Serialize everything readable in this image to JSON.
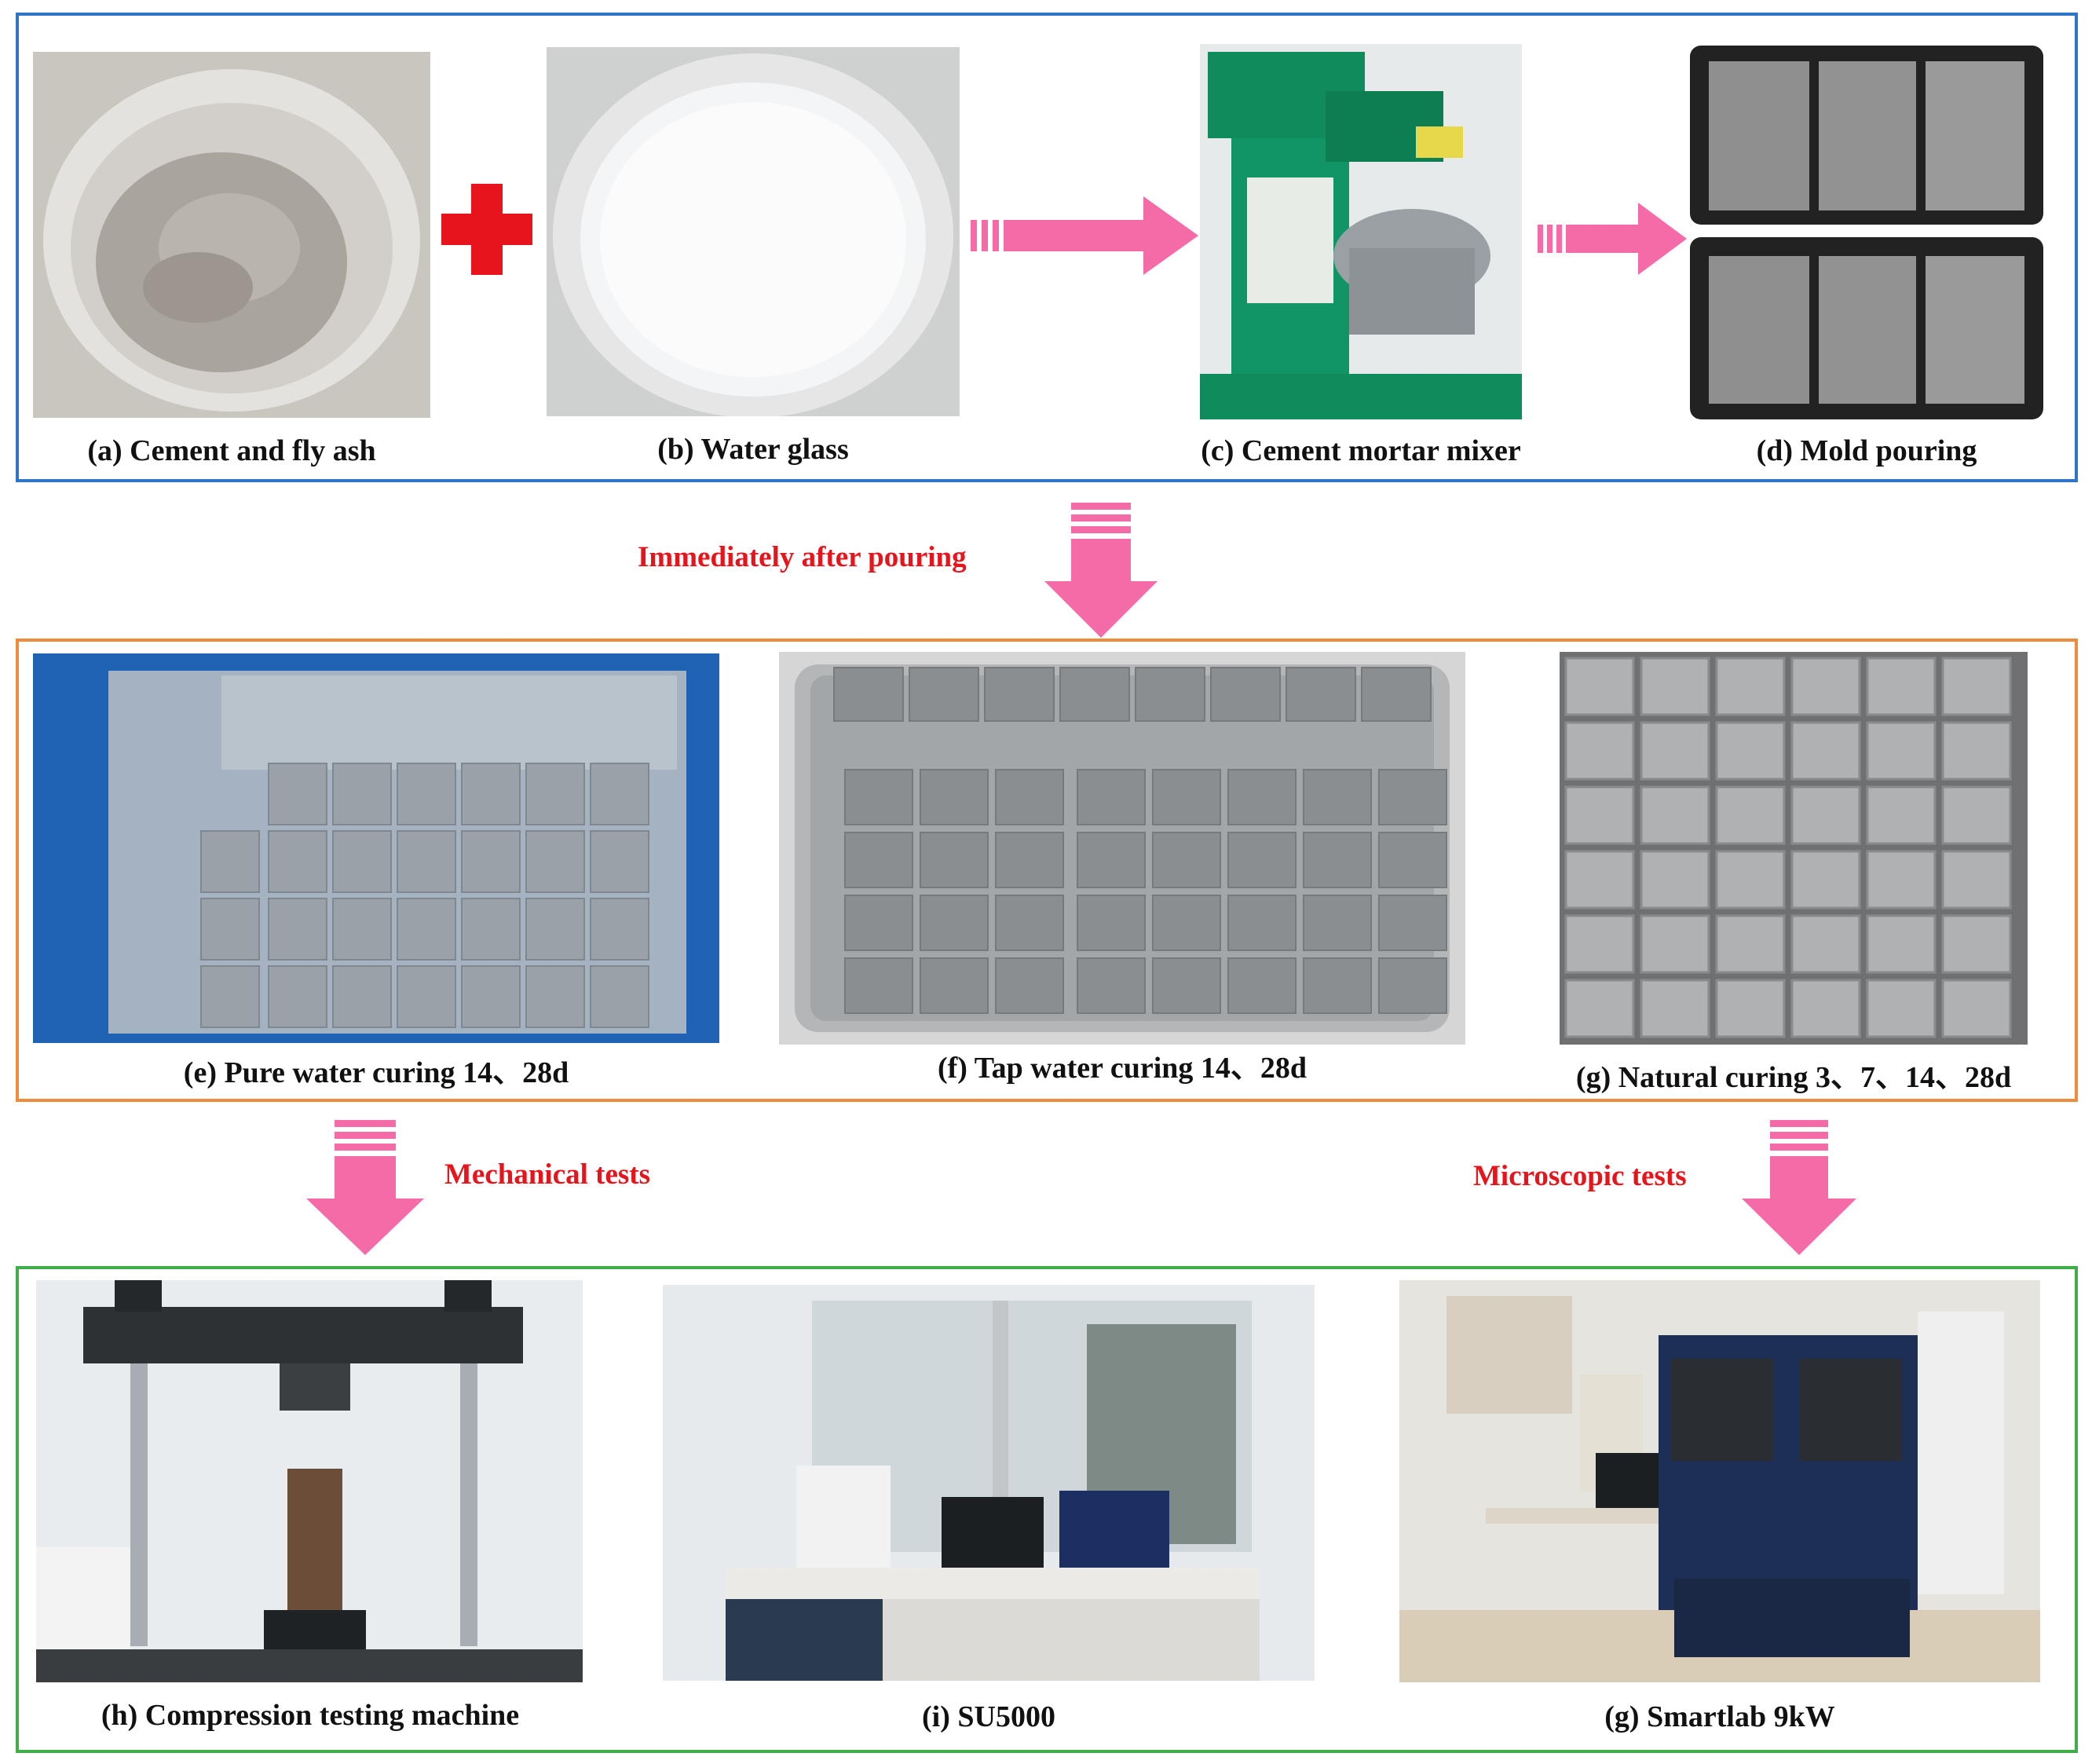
{
  "stage1": {
    "captions": {
      "a": "(a) Cement and fly ash",
      "b": "(b) Water glass",
      "c": "(c) Cement mortar mixer",
      "d": "(d) Mold pouring"
    }
  },
  "transition1": {
    "label": "Immediately after pouring"
  },
  "stage2": {
    "captions": {
      "e": "(e) Pure water curing 14、28d",
      "f": "(f) Tap water curing 14、28d",
      "g": "(g) Natural curing 3、7、14、28d"
    }
  },
  "transition2": {
    "left_label": "Mechanical tests",
    "right_label": "Microscopic tests"
  },
  "stage3": {
    "captions": {
      "h": "(h) Compression testing machine",
      "i": "(i) SU5000",
      "g2": "(g) Smartlab 9kW"
    }
  },
  "colors": {
    "stage1_border": "#2e75c7",
    "stage2_border": "#f08a3c",
    "stage3_border": "#3fae49",
    "arrow": "#f46ba8",
    "plus": "#e8141b",
    "note_text": "#e8141b"
  }
}
